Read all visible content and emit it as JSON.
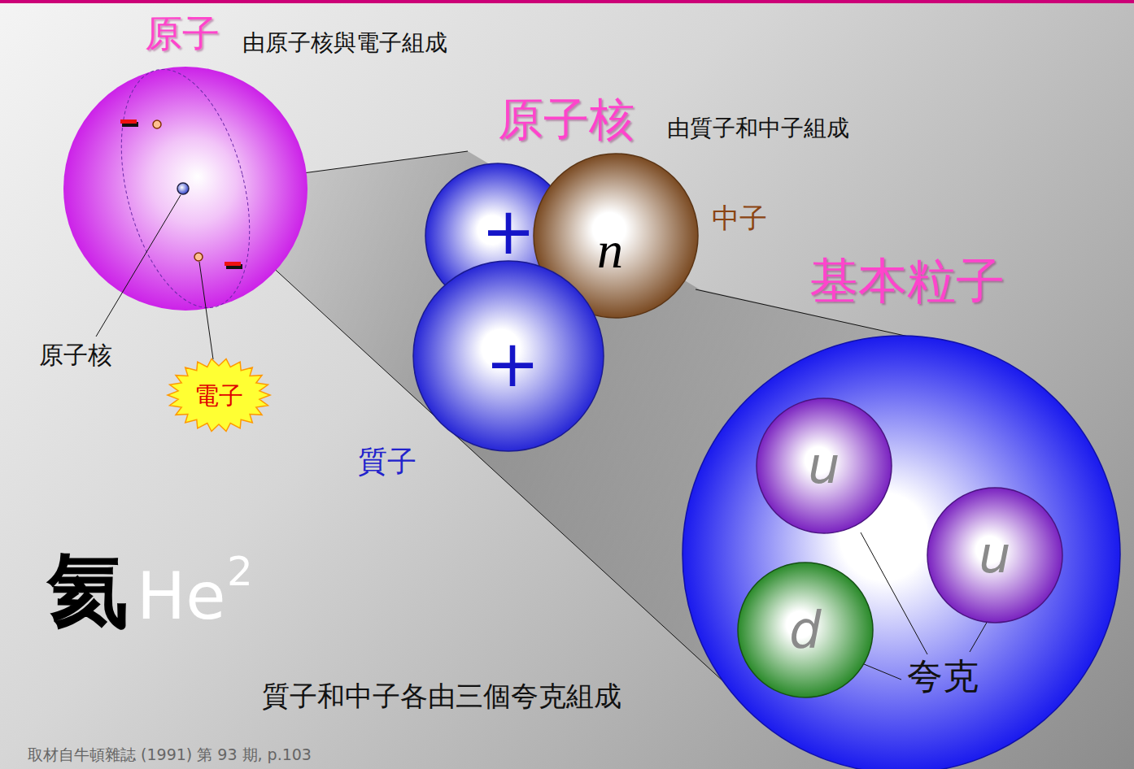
{
  "diagram": {
    "caption": "取材自牛頓雜誌 (1991) 第 93 期, p.103",
    "nodes": [
      {
        "text": [
          "+"
        ]
      },
      {
        "text": [
          "n"
        ]
      },
      {
        "text": [
          "+"
        ]
      },
      {
        "text": [
          "電子"
        ]
      },
      {
        "text": [
          "基本粒子"
        ]
      },
      {
        "text": [
          "u"
        ],
        "in": 4
      },
      {
        "text": [
          "u"
        ],
        "in": 4
      },
      {
        "text": [
          "d"
        ],
        "in": 4
      }
    ],
    "labels": [
      "原子",
      "由原子核與電子組成",
      "原子核",
      "由質子和中子組成",
      "中子",
      "質子",
      "原子核",
      "氦",
      "He",
      "2",
      "質子和中子各由三個夸克組成",
      "夸克"
    ]
  }
}
